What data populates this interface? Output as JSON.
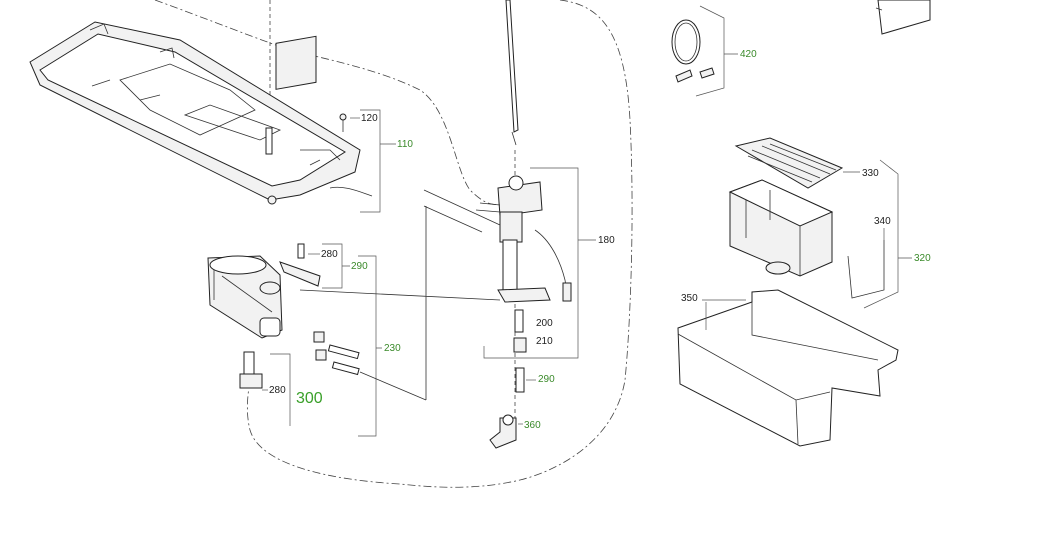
{
  "callouts": {
    "c120": "120",
    "c110": "110",
    "c180": "180",
    "c420": "420",
    "c330": "330",
    "c340": "340",
    "c320": "320",
    "c350": "350",
    "c280a": "280",
    "c290a": "290",
    "c230": "230",
    "c280b": "280",
    "c300": "300",
    "c200": "200",
    "c210": "210",
    "c290b": "290",
    "c360": "360"
  },
  "colors": {
    "callout_green": "#3a8a2a",
    "callout_dark": "#222222",
    "line": "#333333"
  }
}
